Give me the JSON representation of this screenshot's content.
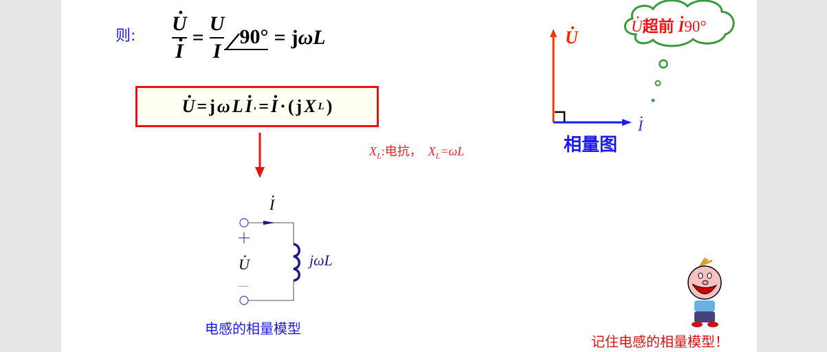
{
  "intro_label": "则:",
  "equation_top": {
    "U": "U",
    "I": "I",
    "eq": "=",
    "angle": "90°",
    "j": "j",
    "omega": "ω",
    "L": "L"
  },
  "boxed_equation": {
    "U": "U",
    "eq1": "=",
    "j": "j",
    "omega": "ω",
    "L": "L",
    "I": "I",
    "comma": ",",
    "eq2": "=",
    "dot_op": "·",
    "open": "(",
    "X": "X",
    "sub": "L",
    "close": ")"
  },
  "reactance_note": {
    "XL1": "X",
    "sub1": "L",
    "text": ":电抗，",
    "XL2": "X",
    "sub2": "L",
    "formula": "=ωL"
  },
  "phasor": {
    "U_label": "U",
    "I_label": "I",
    "title": "相量图",
    "colors": {
      "U": "#ff3300",
      "I": "#1a1aff"
    }
  },
  "thought_bubble": {
    "U": "U",
    "text": "超前",
    "I": "I",
    "angle": "90°"
  },
  "circuit": {
    "I_label": "I",
    "plus": "+",
    "U_label": "U",
    "minus": "—",
    "impedance": "jωL",
    "caption": "电感的相量模型"
  },
  "reminder": "记住电感的相量模型！"
}
